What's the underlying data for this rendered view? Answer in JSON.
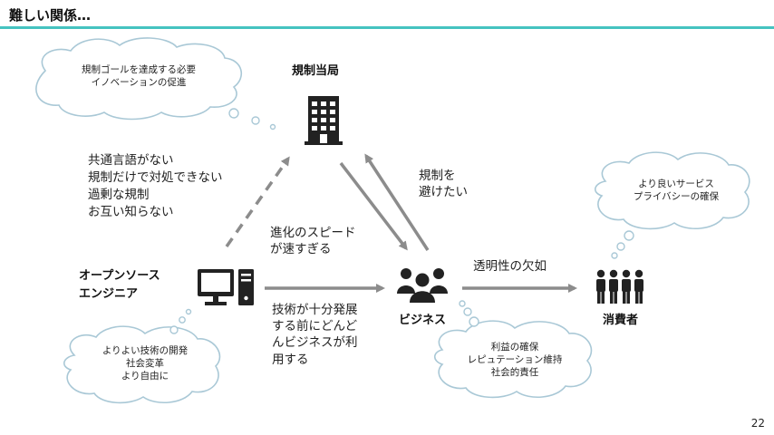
{
  "slide": {
    "title": "難しい関係…",
    "page_number": "22"
  },
  "nodes": {
    "regulator": {
      "label": "規制当局",
      "icon": "building-icon"
    },
    "engineer": {
      "label": "オープンソース\nエンジニア",
      "icon": "computer-icon"
    },
    "business": {
      "label": "ビジネス",
      "icon": "people-group-icon"
    },
    "consumer": {
      "label": "消費者",
      "icon": "people-row-icon"
    }
  },
  "edge_labels": {
    "engineer_regulator": "共通言語がない\n規制だけで対処できない\n過剰な規制\nお互い知らない",
    "business_regulator": "規制を\n避けたい",
    "regulator_business": "進化のスピード\nが速すぎる",
    "engineer_business": "技術が十分発展\nする前にどんど\nんビジネスが利\n用する",
    "business_consumer": "透明性の欠如"
  },
  "clouds": {
    "regulator": "規制ゴールを達成する必要\nイノベーションの促進",
    "engineer": "よりよい技術の開発\n社会変革\nより自由に",
    "business": "利益の確保\nレピュテーション維持\n社会的責任",
    "consumer": "より良いサービス\nプライバシーの確保"
  },
  "colors": {
    "accent": "#45c3c0",
    "arrow": "#8c8c8c",
    "icon": "#222222",
    "cloud_stroke": "#a9c8d6"
  }
}
